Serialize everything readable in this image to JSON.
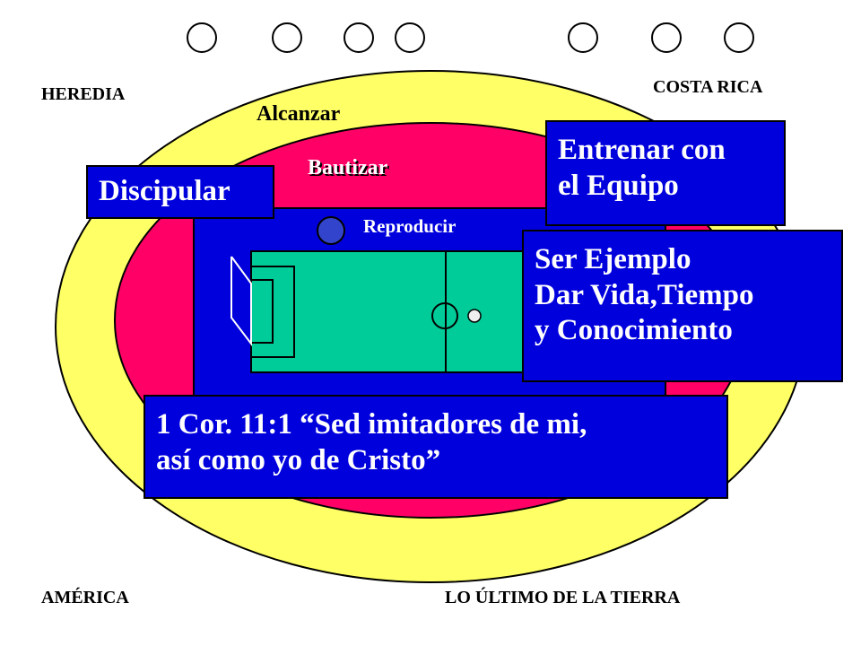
{
  "corners": {
    "top_left": "HEREDIA",
    "top_right": "COSTA RICA",
    "bottom_left": "AMÉRICA",
    "bottom_right": "LO ÚLTIMO DE LA TIERRA"
  },
  "rings": {
    "outer": "Alcanzar",
    "middle": "Bautizar",
    "inner": "Reproducir"
  },
  "boxes": {
    "disciple": "Discipular",
    "train": [
      "Entrenar con",
      "el Equipo"
    ],
    "example": [
      "Ser Ejemplo",
      "Dar Vida,Tiempo",
      "y Conocimiento"
    ],
    "verse": [
      "1 Cor. 11:1 “Sed imitadores de mi,",
      "así como yo de Cristo”"
    ]
  },
  "colors": {
    "outer_ring": "#ffff66",
    "middle_ring": "#ff0066",
    "inner_field": "#0000dd",
    "pitch": "#00cc99",
    "box": "#0000dd",
    "player": "#3344cc"
  },
  "top_circles_count": 7
}
